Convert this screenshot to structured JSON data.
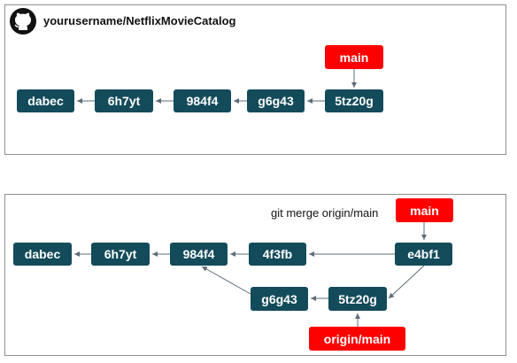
{
  "top": {
    "repo_title": "yourusername/NetflixMovieCatalog",
    "logo_icon": "github-icon",
    "branch_label": "main",
    "commits": [
      "dabec",
      "6h7yt",
      "984f4",
      "g6g43",
      "5tz20g"
    ]
  },
  "bottom": {
    "command_text": "git merge origin/main",
    "branch_label": "main",
    "remote_branch_label": "origin/main",
    "main_line": [
      "dabec",
      "6h7yt",
      "984f4",
      "4f3fb",
      "e4bf1"
    ],
    "remote_line": [
      "g6g43",
      "5tz20g"
    ]
  },
  "colors": {
    "commit": "#134b5a",
    "branch": "#ff0000",
    "edge": "#5d6b7a",
    "border": "#8f8f8f"
  }
}
